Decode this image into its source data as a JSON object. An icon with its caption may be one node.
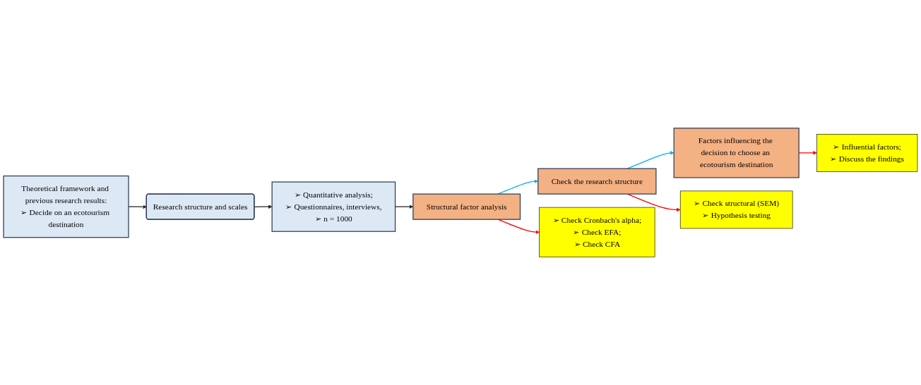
{
  "diagram": {
    "nodes": [
      {
        "text": [
          "Theoretical framework and previous research results:",
          "➢ Decide on an ecotourism destination"
        ]
      },
      {
        "text": [
          "Research structure and scales"
        ]
      },
      {
        "text": [
          "➢ Quantitative analysis;",
          "➢ Questionnaires, interviews,",
          "➢ n = 1000"
        ]
      },
      {
        "text": [
          "Structural factor analysis"
        ]
      },
      {
        "text": [
          "Check the research structure"
        ]
      },
      {
        "text": [
          "Factors influencing the decision to choose an ecotourism destination"
        ]
      },
      {
        "text": [
          "➢ Influential factors;",
          "➢ Discuss the findings"
        ]
      },
      {
        "text": [
          "➢ Check structural (SEM)",
          "➢ Hypothesis testing"
        ]
      },
      {
        "text": [
          "➢ Check Cronbach's alpha;",
          "➢ Check EFA;",
          "➢ Check CFA"
        ]
      }
    ],
    "edges": [
      {
        "from": 0,
        "to": 1,
        "arrow": "to"
      },
      {
        "from": 1,
        "to": 2,
        "arrow": "to"
      },
      {
        "from": 2,
        "to": 3,
        "arrow": "to"
      },
      {
        "from": 3,
        "to": 4,
        "arrow": "to",
        "color": "#00b0f0"
      },
      {
        "from": 4,
        "to": 5,
        "arrow": "to",
        "color": "#00b0f0"
      },
      {
        "from": 5,
        "to": 6,
        "arrow": "to",
        "color": "#ff0000"
      },
      {
        "from": 4,
        "to": 7,
        "arrow": "to",
        "color": "#ff0000"
      },
      {
        "from": 3,
        "to": 8,
        "arrow": "to",
        "color": "#ff0000"
      }
    ]
  }
}
